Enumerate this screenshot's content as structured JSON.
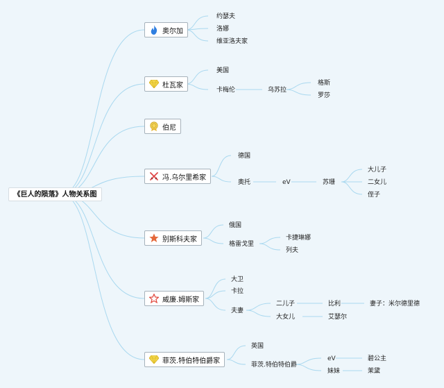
{
  "root": "《巨人的陨落》人物关系图",
  "families": [
    {
      "label": "奥尔加",
      "icon": "flame-icon",
      "children": [
        {
          "label": "约瑟夫"
        },
        {
          "label": "洛娜"
        },
        {
          "label": "维亚洛夫家"
        }
      ]
    },
    {
      "label": "杜瓦家",
      "icon": "gem-icon",
      "children": [
        {
          "label": "美国"
        },
        {
          "label": "卡梅伦",
          "child": {
            "label": "乌苏拉",
            "children": [
              "格斯",
              "罗莎"
            ]
          }
        }
      ]
    },
    {
      "label": "伯尼",
      "icon": "medal-icon",
      "children": []
    },
    {
      "label": "冯.乌尔里希家",
      "icon": "crossed-swords-icon",
      "children": [
        {
          "label": "德国"
        },
        {
          "label": "奥托",
          "rel": "eV",
          "child": {
            "label": "苏珊",
            "children": [
              "大儿子",
              "二女儿",
              "侄子"
            ]
          }
        }
      ]
    },
    {
      "label": "别斯科夫家",
      "icon": "star-icon",
      "children": [
        {
          "label": "俄国"
        },
        {
          "label": "格雷戈里",
          "children": [
            "卡捷琳娜",
            "列夫"
          ]
        }
      ]
    },
    {
      "label": "威廉.姆斯家",
      "icon": "star-outline-icon",
      "children": [
        {
          "label": "大卫"
        },
        {
          "label": "卡拉"
        },
        {
          "label": "夫妻",
          "children": [
            {
              "label": "二儿子",
              "child": "比利",
              "spouse": "妻子：米尔德里德"
            },
            {
              "label": "大女儿",
              "child": "艾瑟尔"
            }
          ]
        }
      ]
    },
    {
      "label": "菲茨.特伯特伯爵家",
      "icon": "gem-icon",
      "children": [
        {
          "label": "英国"
        },
        {
          "label": "菲茨.特伯特伯爵",
          "children": [
            {
              "label": "eV",
              "child": "碧公主"
            },
            {
              "label": "妹妹",
              "child": "茉黛"
            }
          ]
        }
      ]
    }
  ],
  "colors": {
    "link": "#a9d8ef",
    "root_border": "#d6dde2",
    "box_border": "#a6b2bb",
    "background": "#eef6fb"
  }
}
